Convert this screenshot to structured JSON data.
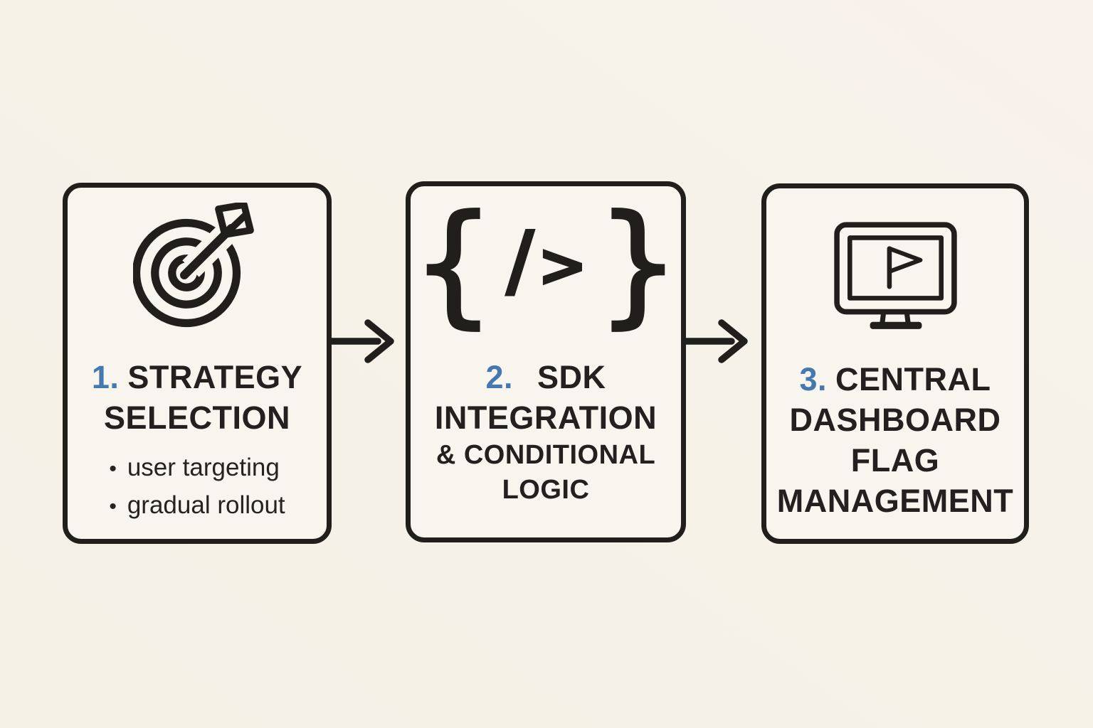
{
  "palette": {
    "background": "#f5f1e8",
    "card_background": "#f8f5ee",
    "ink": "#211f1c",
    "accent_blue": "#4678b0"
  },
  "steps": [
    {
      "number": "1.",
      "icon": "target-arrow-icon",
      "line1": "STRATEGY",
      "line2": "SELECTION",
      "bullet_marker": "•",
      "bullet1": "user targeting",
      "bullet2": "gradual rollout"
    },
    {
      "number": "2.",
      "icon": "code-braces-icon",
      "line1": "SDK",
      "line2": "INTEGRATION",
      "line3": "& CONDITIONAL",
      "line4": "LOGIC",
      "glyphs": {
        "open_brace": "{",
        "slash": "/",
        "angle": ">",
        "close_brace": "}"
      }
    },
    {
      "number": "3.",
      "icon": "monitor-flag-icon",
      "line1": "CENTRAL",
      "line2": "DASHBOARD",
      "line3": "FLAG",
      "line4": "MANAGEMENT"
    }
  ],
  "connectors": [
    {
      "icon": "arrow-right-icon"
    },
    {
      "icon": "arrow-right-icon"
    }
  ]
}
